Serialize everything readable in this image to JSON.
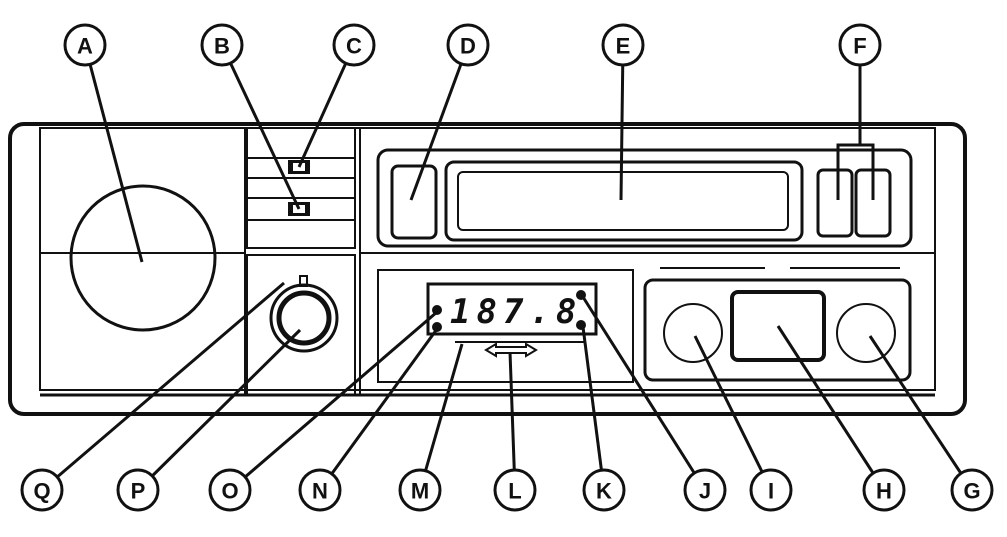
{
  "display": {
    "frequency": "187.8"
  },
  "callouts": [
    "A",
    "B",
    "C",
    "D",
    "E",
    "F",
    "G",
    "H",
    "I",
    "J",
    "K",
    "L",
    "M",
    "N",
    "O",
    "P",
    "Q"
  ]
}
